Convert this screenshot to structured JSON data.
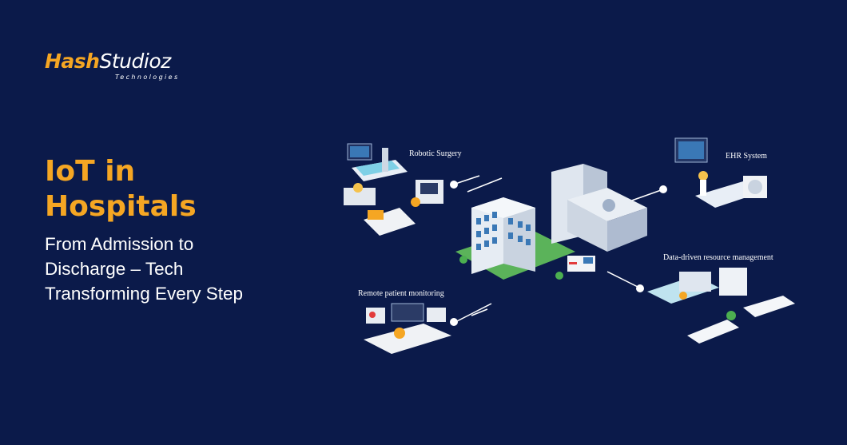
{
  "brand": {
    "name_part1": "Hash",
    "name_part2": "Studioz",
    "tagline": "Technologies"
  },
  "headline": {
    "line1": "IoT in",
    "line2": "Hospitals"
  },
  "subheadline": {
    "line1": "From Admission to",
    "line2": "Discharge – Tech",
    "line3": "Transforming Every Step"
  },
  "illustration": {
    "labels": {
      "robotic_surgery": "Robotic Surgery",
      "ehr_system": "EHR System",
      "data_driven": "Data-driven resource management",
      "remote_monitoring": "Remote patient monitoring"
    }
  },
  "colors": {
    "background": "#0b1a4a",
    "accent": "#f5a623",
    "text": "#ffffff"
  }
}
